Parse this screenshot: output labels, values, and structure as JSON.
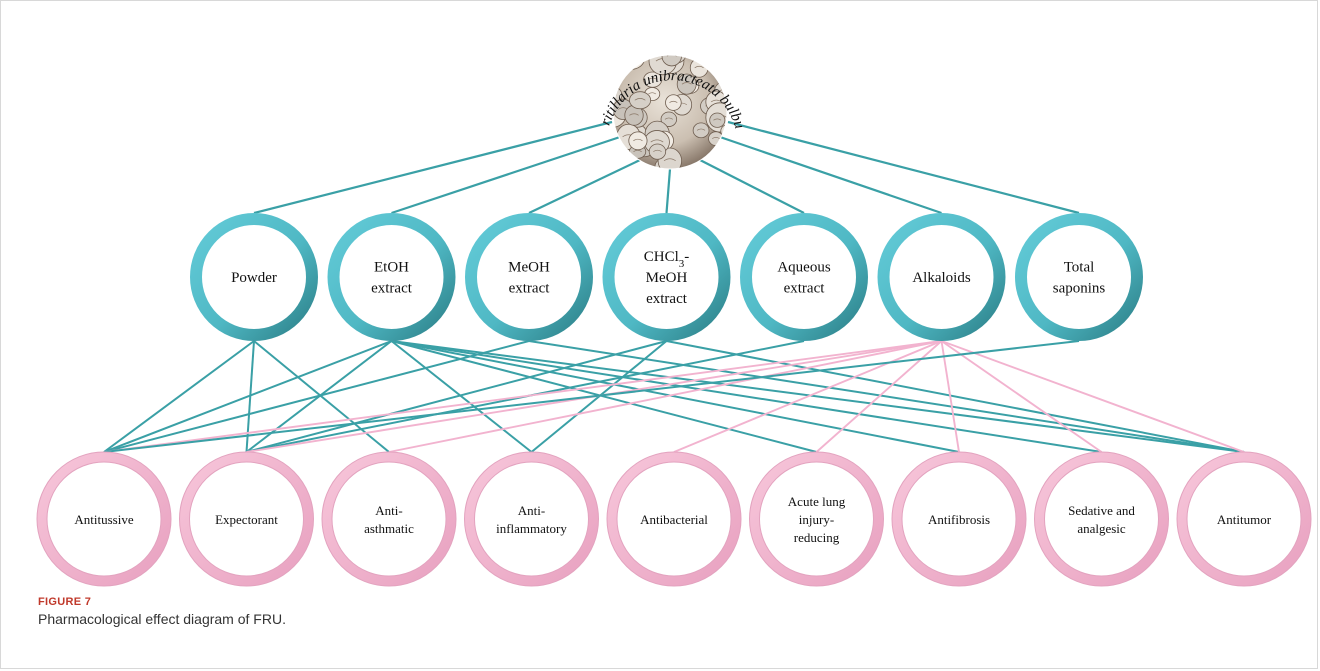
{
  "source": {
    "label": "Fritillaria unibracteata bulbus"
  },
  "preparations": [
    {
      "id": "powder",
      "lines": [
        "Powder"
      ]
    },
    {
      "id": "etoh",
      "lines": [
        "EtOH",
        "extract"
      ]
    },
    {
      "id": "meoh",
      "lines": [
        "MeOH",
        "extract"
      ]
    },
    {
      "id": "chcl3",
      "lines": [
        "CHCl3-",
        "MeOH",
        "extract"
      ]
    },
    {
      "id": "aqueous",
      "lines": [
        "Aqueous",
        "extract"
      ]
    },
    {
      "id": "alkaloids",
      "lines": [
        "Alkaloids"
      ]
    },
    {
      "id": "saponins",
      "lines": [
        "Total",
        "saponins"
      ]
    }
  ],
  "effects": [
    {
      "id": "antitussive",
      "lines": [
        "Antitussive"
      ]
    },
    {
      "id": "expectorant",
      "lines": [
        "Expectorant"
      ]
    },
    {
      "id": "antiasthmatic",
      "lines": [
        "Anti-",
        "asthmatic"
      ]
    },
    {
      "id": "antiinflammatory",
      "lines": [
        "Anti-",
        "inflammatory"
      ]
    },
    {
      "id": "antibacterial",
      "lines": [
        "Antibacterial"
      ]
    },
    {
      "id": "acutelung",
      "lines": [
        "Acute lung",
        "injury-",
        "reducing"
      ]
    },
    {
      "id": "antifibrosis",
      "lines": [
        "Antifibrosis"
      ]
    },
    {
      "id": "sedative",
      "lines": [
        "Sedative and",
        "analgesic"
      ]
    },
    {
      "id": "antitumor",
      "lines": [
        "Antitumor"
      ]
    }
  ],
  "links": [
    {
      "from": "powder",
      "to": [
        "antitussive",
        "expectorant",
        "antiasthmatic"
      ]
    },
    {
      "from": "etoh",
      "to": [
        "antitussive",
        "expectorant",
        "antiinflammatory",
        "acutelung",
        "antifibrosis",
        "sedative",
        "antitumor"
      ]
    },
    {
      "from": "meoh",
      "to": [
        "antitussive",
        "antitumor"
      ]
    },
    {
      "from": "chcl3",
      "to": [
        "expectorant",
        "antiinflammatory",
        "antitumor"
      ]
    },
    {
      "from": "aqueous",
      "to": [
        "expectorant"
      ]
    },
    {
      "from": "alkaloids",
      "to": [
        "antitussive",
        "expectorant",
        "antiasthmatic",
        "antibacterial",
        "acutelung",
        "antifibrosis",
        "sedative",
        "antitumor"
      ]
    },
    {
      "from": "saponins",
      "to": [
        "antitussive"
      ]
    }
  ],
  "colors": {
    "teal": "#3aa0a6",
    "teal_ring_light": "#5cc4d4",
    "teal_ring_dark": "#2f8a92",
    "pink": "#f2b3cf",
    "pink_ring": "#f0b9d0",
    "pink_ring_inner": "#fbe3ee"
  },
  "caption": {
    "label": "FIGURE 7",
    "text": "Pharmacological effect diagram of FRU."
  }
}
